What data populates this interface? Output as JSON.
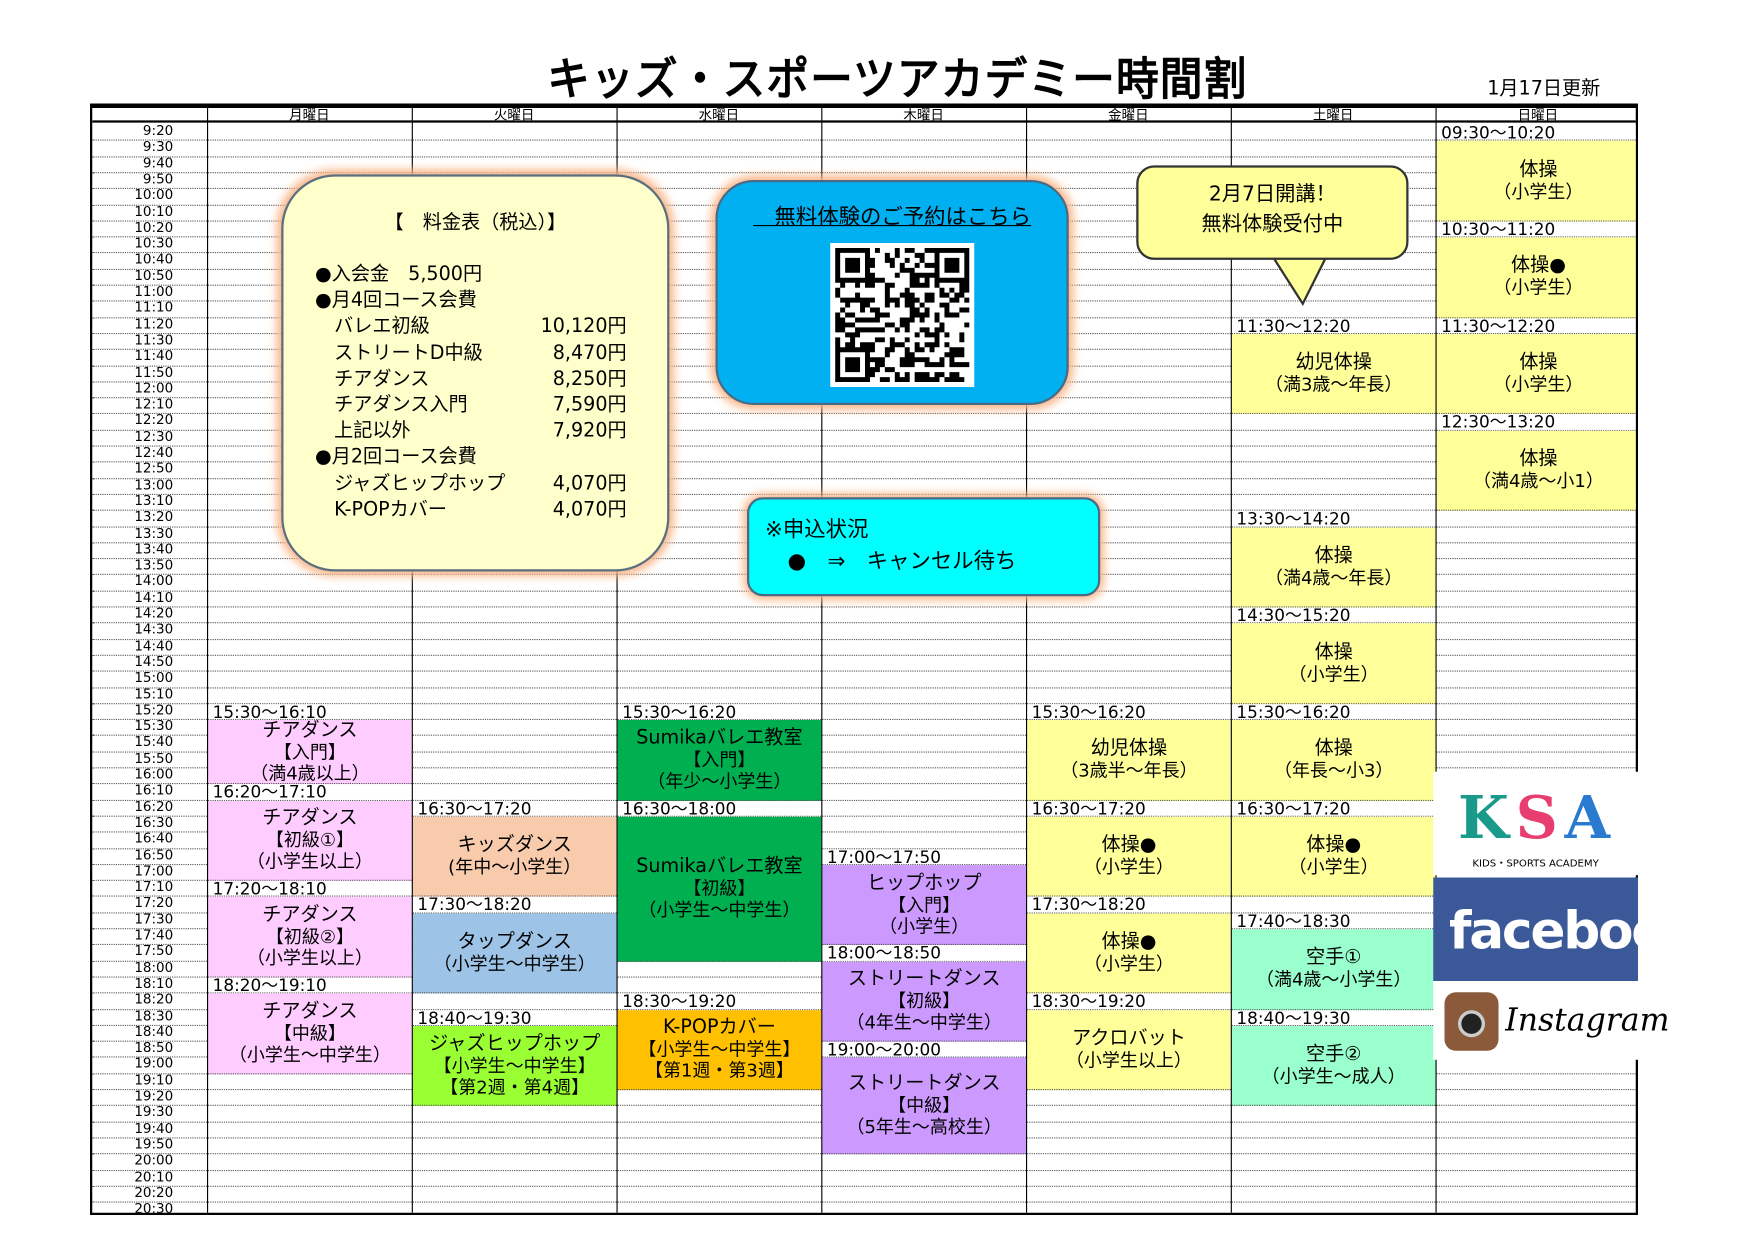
{
  "title": "キッズ・スポーツアカデミー時間割",
  "updated": "1月17日更新",
  "days": [
    "月曜日",
    "火曜日",
    "水曜日",
    "木曜日",
    "金曜日",
    "土曜日",
    "日曜日"
  ],
  "time_slots": [
    "9:20",
    "9:30",
    "9:40",
    "9:50",
    "10:00",
    "10:10",
    "10:20",
    "10:30",
    "10:40",
    "10:50",
    "11:00",
    "11:10",
    "11:20",
    "11:30",
    "11:40",
    "11:50",
    "12:00",
    "12:10",
    "12:20",
    "12:30",
    "12:40",
    "12:50",
    "13:00",
    "13:10",
    "13:20",
    "13:30",
    "13:40",
    "13:50",
    "14:00",
    "14:10",
    "14:20",
    "14:30",
    "14:40",
    "14:50",
    "15:00",
    "15:10",
    "15:20",
    "15:30",
    "15:40",
    "15:50",
    "16:00",
    "16:10",
    "16:20",
    "16:30",
    "16:40",
    "16:50",
    "17:00",
    "17:10",
    "17:20",
    "17:30",
    "17:40",
    "17:50",
    "18:00",
    "18:10",
    "18:20",
    "18:30",
    "18:40",
    "18:50",
    "19:00",
    "19:10",
    "19:20",
    "19:30",
    "19:40",
    "19:50",
    "20:00",
    "20:10",
    "20:20",
    "20:30"
  ],
  "events": [
    {
      "day": 0,
      "time": "15:30～16:10",
      "lines": [
        "チアダンス",
        "【入門】",
        "（満4歳以上）"
      ],
      "color": "#ffccff"
    },
    {
      "day": 0,
      "time": "16:20～17:10",
      "lines": [
        "チアダンス",
        "【初級①】",
        "（小学生以上）"
      ],
      "color": "#ffccff"
    },
    {
      "day": 0,
      "time": "17:20～18:10",
      "lines": [
        "チアダンス",
        "【初級②】",
        "（小学生以上）"
      ],
      "color": "#ffccff"
    },
    {
      "day": 0,
      "time": "18:20～19:10",
      "lines": [
        "チアダンス",
        "【中級】",
        "（小学生～中学生）"
      ],
      "color": "#ffccff"
    },
    {
      "day": 1,
      "time": "16:30～17:20",
      "lines": [
        "キッズダンス",
        "(年中～小学生）"
      ],
      "color": "#f8cbad"
    },
    {
      "day": 1,
      "time": "17:30～18:20",
      "lines": [
        "タップダンス",
        "（小学生～中学生）"
      ],
      "color": "#9dc3e6"
    },
    {
      "day": 1,
      "time": "18:40～19:30",
      "lines": [
        "ジャズヒップホップ",
        "【小学生～中学生】",
        "【第2週・第4週】"
      ],
      "color": "#99ff33"
    },
    {
      "day": 2,
      "time": "15:30～16:20",
      "lines": [
        "Sumikaバレエ教室",
        "【入門】",
        "（年少～小学生）"
      ],
      "color": "#00b050"
    },
    {
      "day": 2,
      "time": "16:30～18:00",
      "lines": [
        "Sumikaバレエ教室",
        "【初級】",
        "（小学生～中学生）"
      ],
      "color": "#00b050"
    },
    {
      "day": 2,
      "time": "18:30～19:20",
      "lines": [
        "K-POPカバー",
        "【小学生～中学生】",
        "【第1週・第3週】"
      ],
      "color": "#ffc000"
    },
    {
      "day": 3,
      "time": "17:00～17:50",
      "lines": [
        "ヒップホップ",
        "【入門】",
        "（小学生）"
      ],
      "color": "#cc99ff"
    },
    {
      "day": 3,
      "time": "18:00～18:50",
      "lines": [
        "ストリートダンス",
        "【初級】",
        "（4年生～中学生）"
      ],
      "color": "#cc99ff"
    },
    {
      "day": 3,
      "time": "19:00～20:00",
      "lines": [
        "ストリートダンス",
        "【中級】",
        "（5年生～高校生）"
      ],
      "color": "#cc99ff"
    },
    {
      "day": 4,
      "time": "15:30～16:20",
      "lines": [
        "幼児体操",
        "（3歳半～年長）"
      ],
      "color": "#ffff99"
    },
    {
      "day": 4,
      "time": "16:30～17:20",
      "lines": [
        "体操●",
        "（小学生）"
      ],
      "color": "#ffff99"
    },
    {
      "day": 4,
      "time": "17:30～18:20",
      "lines": [
        "体操●",
        "（小学生）"
      ],
      "color": "#ffff99"
    },
    {
      "day": 4,
      "time": "18:30～19:20",
      "lines": [
        "アクロバット",
        "（小学生以上）"
      ],
      "color": "#ffff99"
    },
    {
      "day": 5,
      "time": "11:30～12:20",
      "lines": [
        "幼児体操",
        "（満3歳～年長）"
      ],
      "color": "#ffff99"
    },
    {
      "day": 5,
      "time": "13:30～14:20",
      "lines": [
        "体操",
        "（満4歳～年長）"
      ],
      "color": "#ffff99"
    },
    {
      "day": 5,
      "time": "14:30～15:20",
      "lines": [
        "体操",
        "（小学生）"
      ],
      "color": "#ffff99"
    },
    {
      "day": 5,
      "time": "15:30～16:20",
      "lines": [
        "体操",
        "（年長～小3）"
      ],
      "color": "#ffff99"
    },
    {
      "day": 5,
      "time": "16:30～17:20",
      "lines": [
        "体操●",
        "（小学生）"
      ],
      "color": "#ffff99"
    },
    {
      "day": 5,
      "time": "17:40～18:30",
      "lines": [
        "空手①",
        "（満4歳～小学生）"
      ],
      "color": "#99ffcc"
    },
    {
      "day": 5,
      "time": "18:40～19:30",
      "lines": [
        "空手②",
        "（小学生～成人）"
      ],
      "color": "#99ffcc"
    },
    {
      "day": 6,
      "time": "09:30～10:20",
      "lines": [
        "体操",
        "（小学生）"
      ],
      "color": "#ffff99"
    },
    {
      "day": 6,
      "time": "10:30～11:20",
      "lines": [
        "体操●",
        "（小学生）"
      ],
      "color": "#ffff99"
    },
    {
      "day": 6,
      "time": "11:30～12:20",
      "lines": [
        "体操",
        "（小学生）"
      ],
      "color": "#ffff99"
    },
    {
      "day": 6,
      "time": "12:30～13:20",
      "lines": [
        "体操",
        "（満4歳～小1）"
      ],
      "color": "#ffff99"
    }
  ],
  "fee_table": {
    "title": "【　料金表（税込）】",
    "rows": [
      {
        "label": "●入会金　5,500円",
        "value": ""
      },
      {
        "label": "●月4回コース会費",
        "value": ""
      },
      {
        "label": "　バレエ初級",
        "value": "10,120円"
      },
      {
        "label": "　ストリートD中級",
        "value": "8,470円"
      },
      {
        "label": "　チアダンス",
        "value": "8,250円"
      },
      {
        "label": "　チアダンス入門",
        "value": "7,590円"
      },
      {
        "label": "　上記以外",
        "value": "7,920円"
      },
      {
        "label": "●月2回コース会費",
        "value": ""
      },
      {
        "label": "　ジャズヒップホップ",
        "value": "4,070円"
      },
      {
        "label": "　K-POPカバー",
        "value": "4,070円"
      }
    ]
  },
  "trial": {
    "link": "　無料体験のご予約はこちら"
  },
  "status": {
    "title": "※申込状況",
    "legend": "●　⇒　キャンセル待ち"
  },
  "announcement": {
    "line1": "2月7日開講！",
    "line2": "無料体験受付中"
  },
  "logos": {
    "ksa": "KSA",
    "ksa_sub": "KIDS・SPORTS ACADEMY",
    "facebook": "facebook",
    "instagram": "Instagram"
  }
}
